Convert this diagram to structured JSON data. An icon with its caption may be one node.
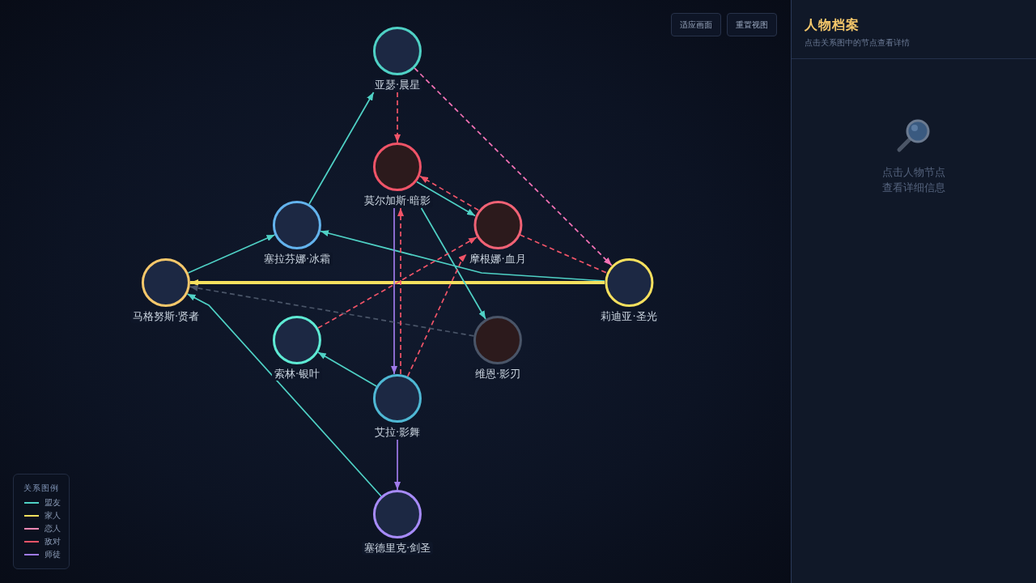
{
  "diagram": {
    "nodes": [
      {
        "text": [
          "亚瑟·晨星"
        ]
      },
      {
        "text": [
          "莫尔加斯·暗影"
        ]
      },
      {
        "text": [
          "塞拉芬娜·冰霜"
        ]
      },
      {
        "text": [
          "摩根娜·血月"
        ]
      },
      {
        "text": [
          "马格努斯·贤者"
        ]
      },
      {
        "text": [
          "莉迪亚·圣光"
        ]
      },
      {
        "text": [
          "索林·银叶"
        ]
      },
      {
        "text": [
          "维恩·影刃"
        ]
      },
      {
        "text": [
          "艾拉·影舞"
        ]
      },
      {
        "text": [
          "塞德里克·剑圣"
        ]
      }
    ],
    "edges": [
      {
        "from": 0,
        "to": 1,
        "arrow": "to",
        "style": "dashed",
        "color": "#f05468"
      },
      {
        "from": 0,
        "to": 5,
        "arrow": "to",
        "style": "dashed",
        "color": "#f472b6"
      },
      {
        "from": 2,
        "to": 0,
        "arrow": "to"
      },
      {
        "from": 4,
        "to": 2,
        "arrow": "to"
      },
      {
        "from": 5,
        "to": 2,
        "arrow": "to"
      },
      {
        "from": 5,
        "to": 4,
        "arrow": "to",
        "style": "thick",
        "color": "#f6e05e"
      },
      {
        "from": 1,
        "to": 3,
        "arrow": "to"
      },
      {
        "from": 3,
        "to": 1,
        "arrow": "to",
        "style": "dashed",
        "color": "#f05468"
      },
      {
        "from": 1,
        "to": 7,
        "arrow": "to"
      },
      {
        "from": 3,
        "to": 5,
        "arrow": "none",
        "style": "dashed",
        "color": "#f05468"
      },
      {
        "from": 6,
        "to": 3,
        "arrow": "to",
        "style": "dashed",
        "color": "#f05468"
      },
      {
        "from": 8,
        "to": 3,
        "arrow": "to",
        "style": "dashed",
        "color": "#f05468"
      },
      {
        "from": 8,
        "to": 6,
        "arrow": "to"
      },
      {
        "from": 7,
        "to": 4,
        "arrow": "to",
        "style": "dashed",
        "color": "#4a5568"
      },
      {
        "from": 1,
        "to": 8,
        "arrow": "to",
        "color": "#9f7aea"
      },
      {
        "from": 8,
        "to": 9,
        "arrow": "to",
        "color": "#9f7aea"
      },
      {
        "from": 8,
        "to": 1,
        "arrow": "to",
        "style": "dashed",
        "color": "#f05468"
      },
      {
        "from": 9,
        "to": 4,
        "arrow": "to"
      }
    ],
    "labels": [
      "适应画面",
      "重置视图",
      "人物档案",
      "点击关系图中的节点查看详情",
      "点击人物节点查看详细信息",
      "关系图例"
    ],
    "legend": [
      {
        "text": "盟友",
        "color": "#4fd1c5"
      },
      {
        "text": "家人",
        "color": "#f6e05e"
      },
      {
        "text": "恋人",
        "color": "#f687b3"
      },
      {
        "text": "敌对",
        "color": "#f05468"
      },
      {
        "text": "师徒",
        "color": "#9f7aea"
      }
    ]
  }
}
